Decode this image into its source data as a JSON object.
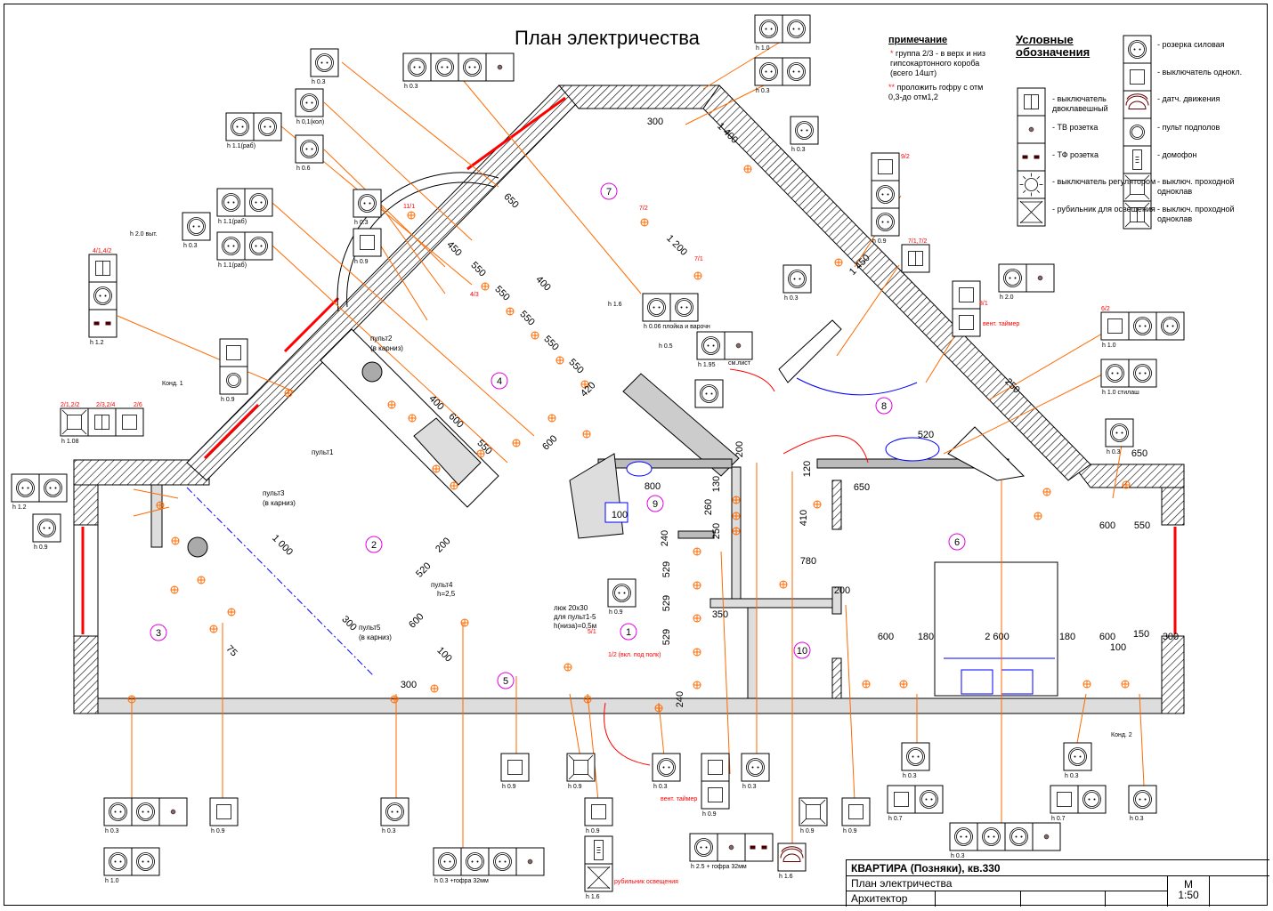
{
  "title": "План электричества",
  "notes": {
    "heading": "примечание",
    "star1": "*",
    "note1": "группа 2/3 - в верх и низ гипсокартонного короба (всего 14шт)",
    "star2": "**",
    "note2": "проложить гофру с отм 0,3-до отм1,2"
  },
  "legend": {
    "heading": "Условные обозначения",
    "items": [
      {
        "symbol": "switch-double",
        "text": "- выключатель двоклавешный"
      },
      {
        "symbol": "tv",
        "text": "- ТВ розетка"
      },
      {
        "symbol": "phone",
        "text": "- ТФ розетка"
      },
      {
        "symbol": "dimmer",
        "text": "- выключатель регулятором"
      },
      {
        "symbol": "breaker",
        "text": "- рубильник для освещения"
      },
      {
        "symbol": "socket",
        "text": "- розерка силовая"
      },
      {
        "symbol": "switch",
        "text": "- выключатель однокл."
      },
      {
        "symbol": "motion",
        "text": "- датч. движения"
      },
      {
        "symbol": "remote",
        "text": "- пульт подполов"
      },
      {
        "symbol": "intercom",
        "text": "- домофон"
      },
      {
        "symbol": "pass",
        "text": "- выключ. проходной одноклав"
      },
      {
        "symbol": "pass-double",
        "text": "- выключ. проходной одноклав"
      }
    ]
  },
  "rooms": [
    "1",
    "2",
    "3",
    "4",
    "5",
    "6",
    "7",
    "8",
    "9",
    "10"
  ],
  "dimensions": [
    "300",
    "1 400",
    "650",
    "1 200",
    "1 450",
    "250",
    "520",
    "650",
    "650",
    "800",
    "100",
    "200",
    "130",
    "260",
    "250",
    "240",
    "529",
    "529",
    "529",
    "240",
    "350",
    "780",
    "200",
    "410",
    "120",
    "600",
    "550",
    "600",
    "180",
    "2 600",
    "180",
    "600",
    "150",
    "100",
    "300",
    "1 000",
    "300",
    "600",
    "520",
    "200",
    "100",
    "300",
    "75",
    "450",
    "550",
    "550",
    "550",
    "550",
    "550",
    "400",
    "400",
    "600",
    "550",
    "600",
    "420"
  ],
  "annotations": [
    "пульт2",
    "(в карниз)",
    "пульт1",
    "пульт3",
    "(в карниз)",
    "пульт4",
    "h=2,5",
    "пульт5",
    "(в карниз)",
    "люк 20х30",
    "для пульт1-5",
    "h(низа)=0,5м",
    "Конд. 1",
    "Конд. 2",
    "h 2.0 выт.",
    "h 1.6",
    "h 0.5",
    "см.лист",
    "вент. таймер",
    "вент. таймер",
    "1/2 (вкл. под полк)",
    "рубильник освещения",
    "4/1,4/2",
    "2/1,2/2",
    "2/3,2/4",
    "2/6",
    "9/2",
    "7/1,7/2",
    "6/2",
    "8/1",
    "11/1",
    "7/2",
    "7/1",
    "4/3",
    "5/1"
  ],
  "fixtures": [
    {
      "label": "h 0.3",
      "symbols": [
        "socket"
      ]
    },
    {
      "label": "h 0.3",
      "symbols": [
        "socket",
        "socket",
        "socket",
        "tv"
      ]
    },
    {
      "label": "h 1.0",
      "symbols": [
        "socket",
        "socket"
      ]
    },
    {
      "label": "h 0.3",
      "symbols": [
        "socket",
        "socket"
      ]
    },
    {
      "label": "h 0,1(кол)",
      "symbols": [
        "socket"
      ]
    },
    {
      "label": "h 1.1(раб)",
      "symbols": [
        "socket",
        "socket"
      ]
    },
    {
      "label": "h 0.6",
      "symbols": [
        "socket"
      ]
    },
    {
      "label": "h 0.3",
      "symbols": [
        "socket"
      ]
    },
    {
      "label": "h 0.3",
      "symbols": [
        "socket"
      ]
    },
    {
      "label": "h 0.9",
      "symbols": [
        "switch"
      ]
    },
    {
      "label": "h 1.1(раб)",
      "symbols": [
        "socket",
        "socket"
      ]
    },
    {
      "label": "h 0.3",
      "symbols": [
        "socket"
      ]
    },
    {
      "label": "h 1.1(раб)",
      "symbols": [
        "socket",
        "socket"
      ]
    },
    {
      "label": "h 1.2",
      "symbols": [
        "switch-double",
        "socket",
        "phone"
      ]
    },
    {
      "label": "h 0.9",
      "symbols": [
        "switch",
        "socket",
        "socket"
      ]
    },
    {
      "label": "",
      "symbols": [
        "switch-double"
      ]
    },
    {
      "label": "h 0.3",
      "symbols": [
        "socket"
      ]
    },
    {
      "label": "h 2.0",
      "symbols": [
        "socket",
        "tv"
      ]
    },
    {
      "label": "",
      "symbols": [
        "switch",
        "switch"
      ]
    },
    {
      "label": "h 0.06 плойка и варочн",
      "symbols": [
        "socket",
        "socket"
      ]
    },
    {
      "label": "h 1.0",
      "symbols": [
        "switch",
        "socket",
        "socket"
      ]
    },
    {
      "label": "h 1.95",
      "symbols": [
        "socket",
        "tv"
      ]
    },
    {
      "label": "h 0.9",
      "symbols": [
        "switch",
        "remote"
      ]
    },
    {
      "label": "h 1.0 стилаш",
      "symbols": [
        "socket",
        "socket"
      ]
    },
    {
      "label": "",
      "symbols": [
        "socket"
      ]
    },
    {
      "label": "h 1.08",
      "symbols": [
        "pass",
        "switch-double",
        "switch"
      ]
    },
    {
      "label": "h 0.3",
      "symbols": [
        "socket"
      ]
    },
    {
      "label": "h 1.2",
      "symbols": [
        "socket",
        "socket"
      ]
    },
    {
      "label": "h 0.9",
      "symbols": [
        "socket"
      ]
    },
    {
      "label": "h 0.9",
      "symbols": [
        "socket"
      ]
    },
    {
      "label": "h 0.9",
      "symbols": [
        "switch"
      ]
    },
    {
      "label": "h 0.9",
      "symbols": [
        "pass"
      ]
    },
    {
      "label": "h 0.3",
      "symbols": [
        "socket"
      ]
    },
    {
      "label": "h 0.9",
      "symbols": [
        "switch",
        "switch"
      ]
    },
    {
      "label": "h 0.3",
      "symbols": [
        "socket"
      ]
    },
    {
      "label": "h 0.3",
      "symbols": [
        "socket"
      ]
    },
    {
      "label": "h 0.7",
      "symbols": [
        "switch",
        "socket"
      ]
    },
    {
      "label": "h 0.3",
      "symbols": [
        "socket"
      ]
    },
    {
      "label": "h 0.7",
      "symbols": [
        "switch",
        "socket"
      ]
    },
    {
      "label": "h 0.3",
      "symbols": [
        "socket"
      ]
    },
    {
      "label": "h 0.3",
      "symbols": [
        "socket",
        "socket",
        "tv"
      ]
    },
    {
      "label": "h 0.9",
      "symbols": [
        "switch"
      ]
    },
    {
      "label": "h 0.3",
      "symbols": [
        "socket"
      ]
    },
    {
      "label": "h 1.0",
      "symbols": [
        "socket",
        "socket"
      ]
    },
    {
      "label": "h 0.9",
      "symbols": [
        "pass"
      ]
    },
    {
      "label": "h 0.9",
      "symbols": [
        "switch"
      ]
    },
    {
      "label": "h 0.3",
      "symbols": [
        "socket",
        "socket",
        "socket",
        "tv"
      ]
    },
    {
      "label": "h 0.9",
      "symbols": [
        "switch"
      ]
    },
    {
      "label": "h 2.5 + гофра 32мм",
      "symbols": [
        "socket",
        "tv",
        "phone"
      ]
    },
    {
      "label": "h 1.6",
      "symbols": [
        "motion"
      ]
    },
    {
      "label": "h 0.3 +гофра 32мм",
      "symbols": [
        "socket",
        "socket",
        "socket",
        "tv"
      ]
    },
    {
      "label": "h 1.6",
      "symbols": [
        "intercom",
        "breaker"
      ]
    }
  ],
  "title_block": {
    "project": "КВАРТИРА (Позняки), кв.330",
    "sheet": "План электричества",
    "role": "Архитектор",
    "scale_label": "М",
    "scale": "1:50"
  },
  "colors": {
    "leader": "#ff6a00",
    "room": "#e000e0",
    "wire": "#0000ff",
    "wall_red": "#ff0000"
  }
}
